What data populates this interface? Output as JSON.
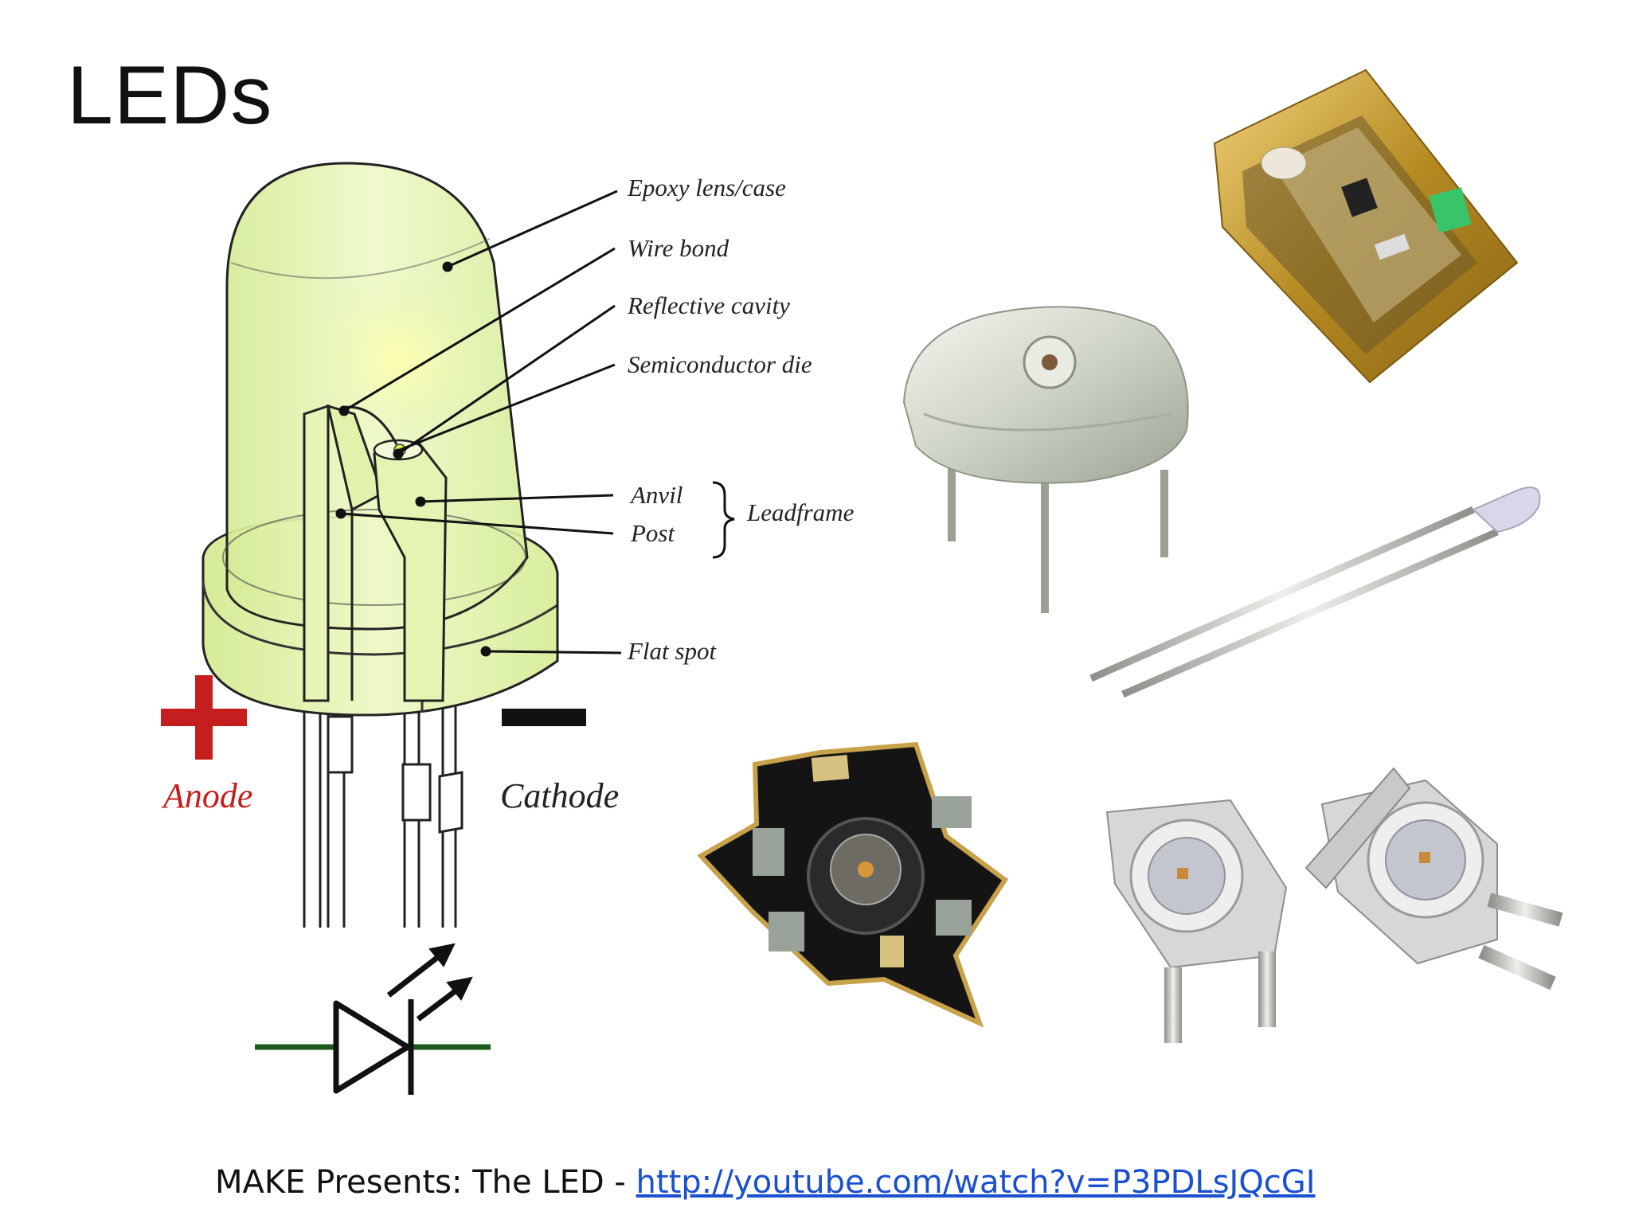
{
  "slide": {
    "title": "LEDs"
  },
  "diagram": {
    "labels": {
      "epoxy": "Epoxy lens/case",
      "wire_bond": "Wire bond",
      "reflective_cavity": "Reflective cavity",
      "semiconductor_die": "Semiconductor die",
      "anvil": "Anvil",
      "post": "Post",
      "leadframe": "Leadframe",
      "flat_spot": "Flat spot"
    },
    "anode_label": "Anode",
    "cathode_label": "Cathode",
    "colors": {
      "lens": "#e3f3b0",
      "anode": "#c41e1e",
      "cathode": "#111111",
      "symbol_wire": "#1d5a1d"
    }
  },
  "photos": [
    {
      "name": "smd-led-photo"
    },
    {
      "name": "superflux-led-photo"
    },
    {
      "name": "through-hole-led-photo"
    },
    {
      "name": "star-power-led-photo"
    },
    {
      "name": "smd-power-led-photo"
    }
  ],
  "footer": {
    "prefix": "MAKE Presents: The LED - ",
    "link_text": "http://youtube.com/watch?v=P3PDLsJQcGI"
  }
}
